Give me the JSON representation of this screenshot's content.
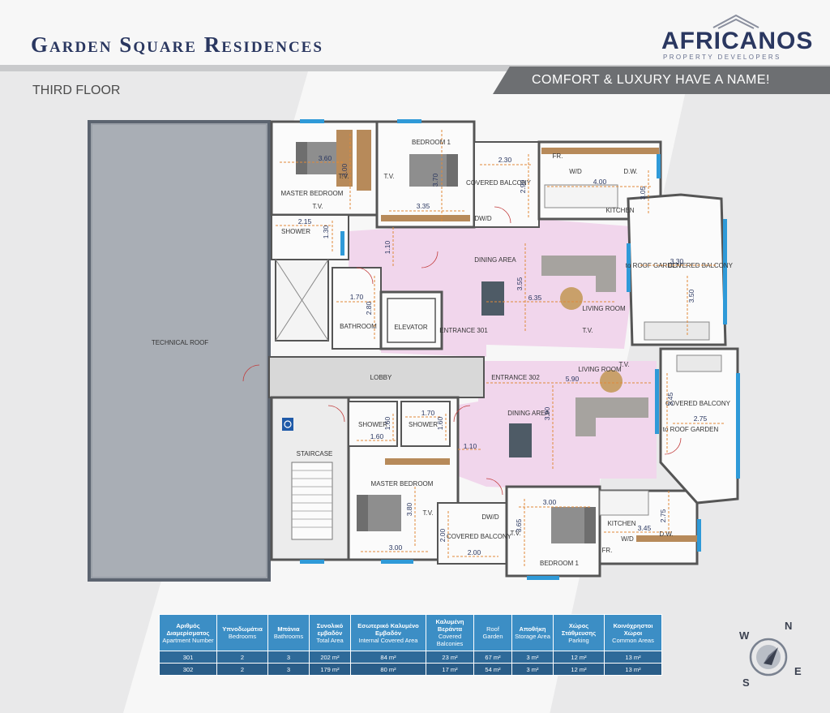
{
  "header": {
    "title": "Garden Square Residences",
    "logo_name": "AFRICANOS",
    "logo_sub": "PROPERTY DEVELOPERS",
    "slogan": "COMFORT & LUXURY HAVE A NAME!",
    "floor": "THIRD FLOOR"
  },
  "colors": {
    "title": "#2a3760",
    "slogan_bar": "#6d6f72",
    "table_header": "#3c8ec5",
    "table_row": "#2e6a99",
    "pink_floor": "#f1d6ec",
    "window": "#2f9ad8"
  },
  "plan": {
    "technical_roof": "TECHNICAL ROOF",
    "master_bedroom": "MASTER BEDROOM",
    "bedroom_1": "BEDROOM 1",
    "covered_balcony": "COVERED BALCONY",
    "kitchen": "KITCHEN",
    "shower": "SHOWER",
    "bathroom": "BATHROOM",
    "elevator": "ELEVATOR",
    "dining_area": "DINING AREA",
    "living_room": "LIVING ROOM",
    "entrance_301": "ENTRANCE 301",
    "entrance_302": "ENTRANCE 302",
    "lobby": "LOBBY",
    "staircase": "STAIRCASE",
    "to_roof_garden": "to ROOF GARDEN",
    "tv": "T.V.",
    "fr": "FR.",
    "wd": "W/D",
    "dw": "D.W.",
    "dwd": "DW/D",
    "dims": {
      "d360": "3.60",
      "d300": "3.00",
      "d370": "3.70",
      "d335": "3.35",
      "d230": "2.30",
      "d290": "2.90",
      "d400": "4.00",
      "d305": "3.05",
      "d215": "2.15",
      "d130": "1.30",
      "d110": "1.10",
      "d170": "1.70",
      "d280": "2.80",
      "d355": "3.55",
      "d635": "6.35",
      "d330": "3.30",
      "d350": "3.50",
      "d590": "5.90",
      "d345": "3.45",
      "d275": "2.75",
      "d160": "1.60",
      "d390": "3.90",
      "d380": "3.80",
      "d200": "2.00",
      "d365": "3.65"
    }
  },
  "table": {
    "headers": [
      {
        "gr": "Αριθμός Διαμερίσματος",
        "en": "Apartment Number"
      },
      {
        "gr": "Υπνοδωμάτια",
        "en": "Bedrooms"
      },
      {
        "gr": "Μπάνια",
        "en": "Bathrooms"
      },
      {
        "gr": "Συνολικό εμβαδόν",
        "en": "Total Area"
      },
      {
        "gr": "Εσωτερικό Καλυμένο Εμβαδόν",
        "en": "Internal Covered Area"
      },
      {
        "gr": "Καλυμένη Βεράντα",
        "en": "Covered Balconies"
      },
      {
        "gr": "Roof",
        "en": "Garden"
      },
      {
        "gr": "Αποθήκη",
        "en": "Storage Area"
      },
      {
        "gr": "Χώρος Στάθμευσης",
        "en": "Parking"
      },
      {
        "gr": "Κοινόχρηστοι Χώροι",
        "en": "Common Areas"
      }
    ],
    "rows": [
      [
        "301",
        "2",
        "3",
        "202 m²",
        "84 m²",
        "23 m²",
        "67 m²",
        "3 m²",
        "12 m²",
        "13 m²"
      ],
      [
        "302",
        "2",
        "3",
        "179 m²",
        "80 m²",
        "17 m²",
        "54 m²",
        "3 m²",
        "12 m²",
        "13 m²"
      ]
    ]
  },
  "compass": {
    "n": "N",
    "s": "S",
    "e": "E",
    "w": "W"
  }
}
